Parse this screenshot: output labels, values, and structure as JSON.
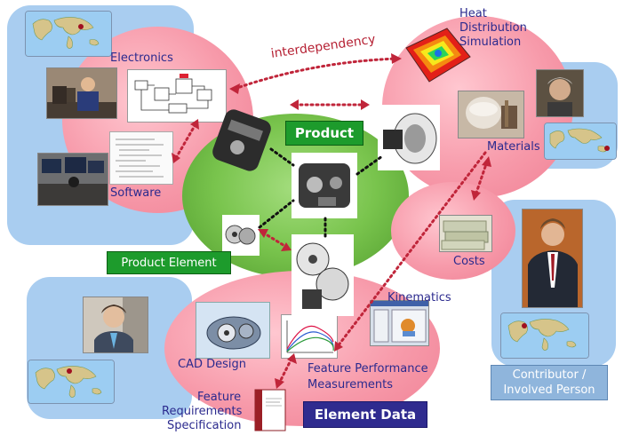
{
  "labels": {
    "interdependency": "interdependency",
    "electronics": "Electronics",
    "software": "Software",
    "heat": [
      "Heat",
      "Distribution",
      "Simulation"
    ],
    "materials": "Materials",
    "costs": "Costs",
    "kinematics": "Kinematics",
    "cad_design": "CAD Design",
    "feature_perf": [
      "Feature Performance",
      "Measurements"
    ],
    "feature_req": [
      "Feature",
      "Requirements",
      "Specification"
    ]
  },
  "boxes": {
    "product": "Product",
    "product_element": "Product Element",
    "element_data": "Element Data",
    "contributor": [
      "Contributor /",
      "Involved Person"
    ]
  },
  "colors": {
    "pink": "#f79aaa",
    "green": "#79c44d",
    "blue_panel": "#a9cdf0",
    "label_text": "#2b2a8e",
    "dotted_arrow": "#c0253a",
    "dotted_link": "#111111",
    "product_box": "#1d9b2c",
    "element_data_box": "#2f2b8f",
    "contributor_box": "#8fb5dc"
  },
  "icons": [
    "world-map-icon",
    "person-photo-icon",
    "engine-part-icon",
    "circuit-diagram-icon",
    "heat-map-icon",
    "chart-icon",
    "document-icon",
    "money-icon"
  ]
}
